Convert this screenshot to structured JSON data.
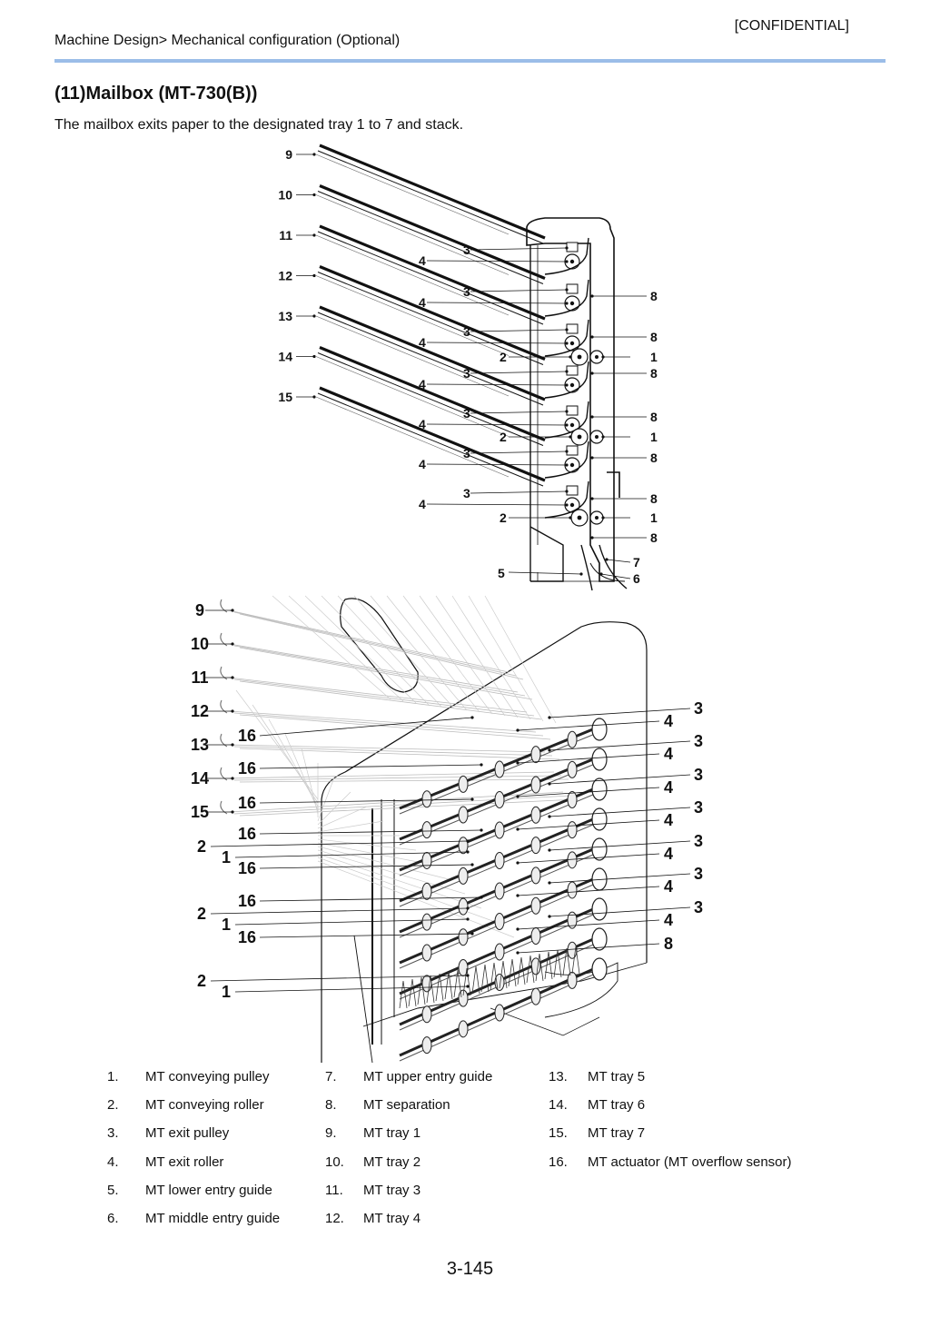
{
  "header": {
    "confidential": "[CONFIDENTIAL]",
    "breadcrumb": "Machine Design> Mechanical configuration (Optional)"
  },
  "section": {
    "title": "(11)Mailbox (MT-730(B))",
    "intro": "The mailbox exits paper to the designated tray 1 to 7 and stack."
  },
  "figure_top": {
    "tray_labels": [
      "9",
      "10",
      "11",
      "12",
      "13",
      "14",
      "15"
    ],
    "exit_labels": [
      "3",
      "4",
      "3",
      "4",
      "3",
      "4",
      "3",
      "4",
      "3",
      "4",
      "3",
      "4",
      "3",
      "4"
    ],
    "roller_labels": [
      "2",
      "2",
      "2"
    ],
    "right_labels": [
      "8",
      "8",
      "1",
      "8",
      "8",
      "1",
      "8",
      "8",
      "1",
      "8"
    ],
    "bottom_labels": [
      "5",
      "7",
      "6"
    ]
  },
  "figure_bottom": {
    "tray_labels": [
      "9",
      "10",
      "11",
      "12",
      "13",
      "14",
      "15"
    ],
    "actuator_labels": [
      "16",
      "16",
      "16",
      "16",
      "16",
      "16",
      "16"
    ],
    "left_labels": [
      "2",
      "1",
      "2",
      "1",
      "2",
      "1"
    ],
    "right_labels": [
      "3",
      "4",
      "3",
      "4",
      "3",
      "4",
      "3",
      "4",
      "3",
      "4",
      "3",
      "4",
      "3",
      "4",
      "8"
    ]
  },
  "legend": [
    {
      "num": "1.",
      "text": "MT conveying pulley"
    },
    {
      "num": "2.",
      "text": "MT conveying roller"
    },
    {
      "num": "3.",
      "text": "MT exit pulley"
    },
    {
      "num": "4.",
      "text": "MT exit roller"
    },
    {
      "num": "5.",
      "text": "MT lower entry guide"
    },
    {
      "num": "6.",
      "text": "MT middle entry guide"
    },
    {
      "num": "7.",
      "text": "MT upper entry guide"
    },
    {
      "num": "8.",
      "text": "MT separation"
    },
    {
      "num": "9.",
      "text": "MT tray 1"
    },
    {
      "num": "10.",
      "text": "MT tray 2"
    },
    {
      "num": "11.",
      "text": "MT tray 3"
    },
    {
      "num": "12.",
      "text": "MT tray 4"
    },
    {
      "num": "13.",
      "text": "MT tray 5"
    },
    {
      "num": "14.",
      "text": "MT tray 6"
    },
    {
      "num": "15.",
      "text": "MT tray 7"
    },
    {
      "num": "16.",
      "text": "MT actuator (MT overflow sensor)"
    }
  ],
  "footer": {
    "page_number": "3-145"
  }
}
